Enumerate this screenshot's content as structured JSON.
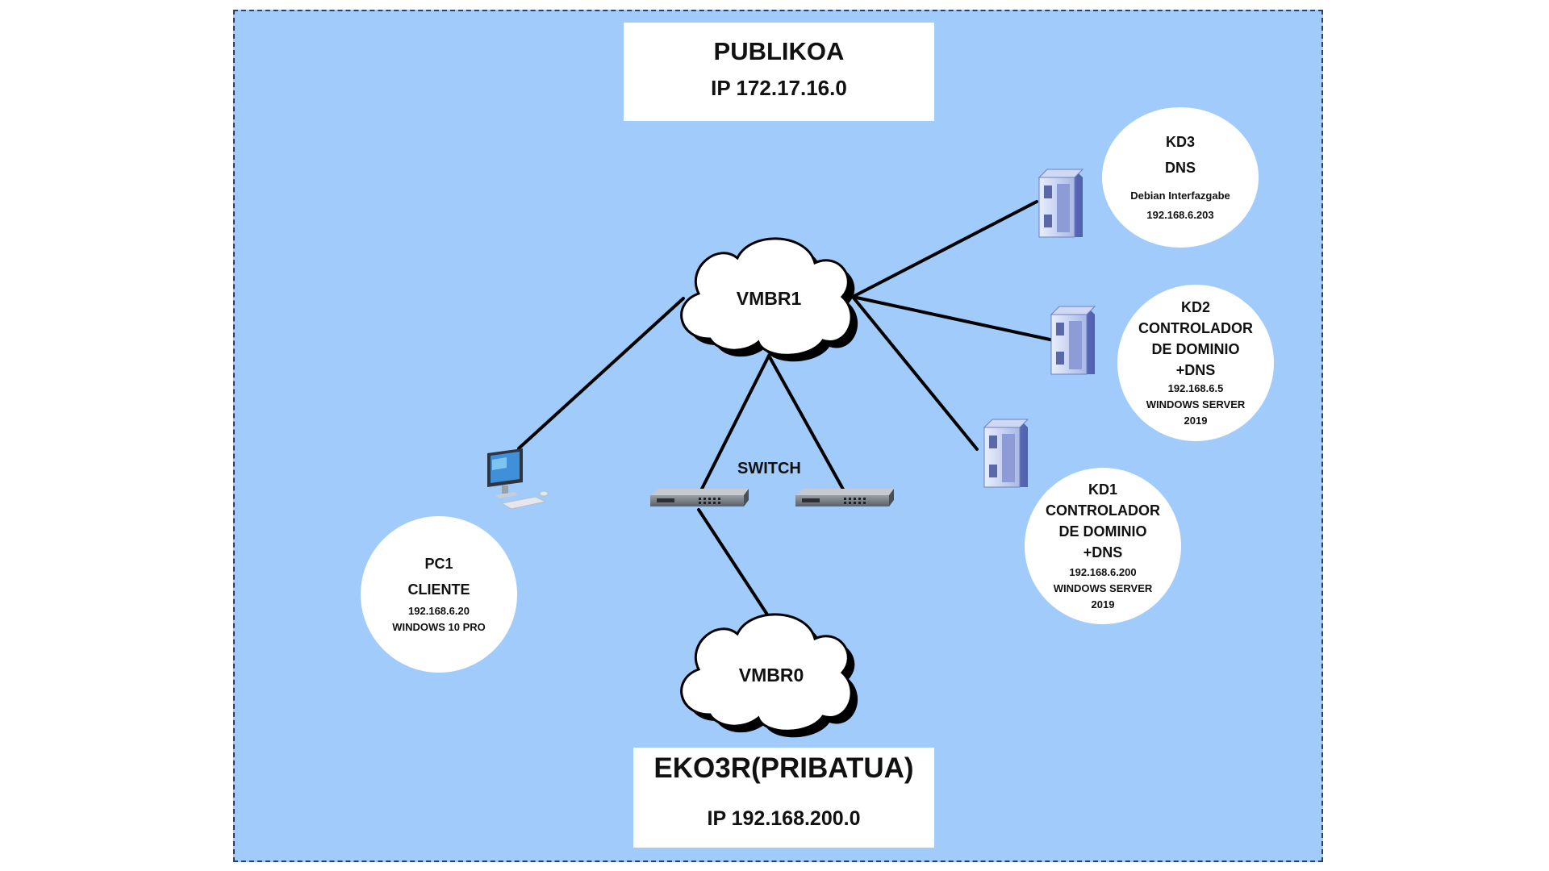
{
  "public_network": {
    "name": "PUBLIKOA",
    "ip": "IP 172.17.16.0"
  },
  "private_network": {
    "name": "EKO3R(PRIBATUA)",
    "ip": "IP 192.168.200.0"
  },
  "clouds": {
    "vmbr1": "VMBR1",
    "vmbr0": "VMBR0"
  },
  "switch_label": "SWITCH",
  "nodes": {
    "pc1": {
      "name": "PC1",
      "role": "CLIENTE",
      "ip": "192.168.6.20",
      "os": "WINDOWS 10 PRO"
    },
    "kd3": {
      "name": "KD3",
      "role": "DNS",
      "os": "Debian Interfazgabe",
      "ip": "192.168.6.203"
    },
    "kd2": {
      "name": "KD2",
      "role_1": "CONTROLADOR",
      "role_2": "DE DOMINIO",
      "role_3": "+DNS",
      "ip": "192.168.6.5",
      "os_1": "WINDOWS SERVER",
      "os_2": "2019"
    },
    "kd1": {
      "name": "KD1",
      "role_1": "CONTROLADOR",
      "role_2": "DE DOMINIO",
      "role_3": "+DNS",
      "ip": "192.168.6.200",
      "os_1": "WINDOWS SERVER",
      "os_2": "2019"
    }
  },
  "colors": {
    "background": "#a0cbfb",
    "border": "#2b3f66",
    "link": "#000000",
    "box": "#ffffff"
  },
  "icons": [
    "cloud-icon",
    "server-icon",
    "switch-icon",
    "desktop-computer-icon"
  ]
}
